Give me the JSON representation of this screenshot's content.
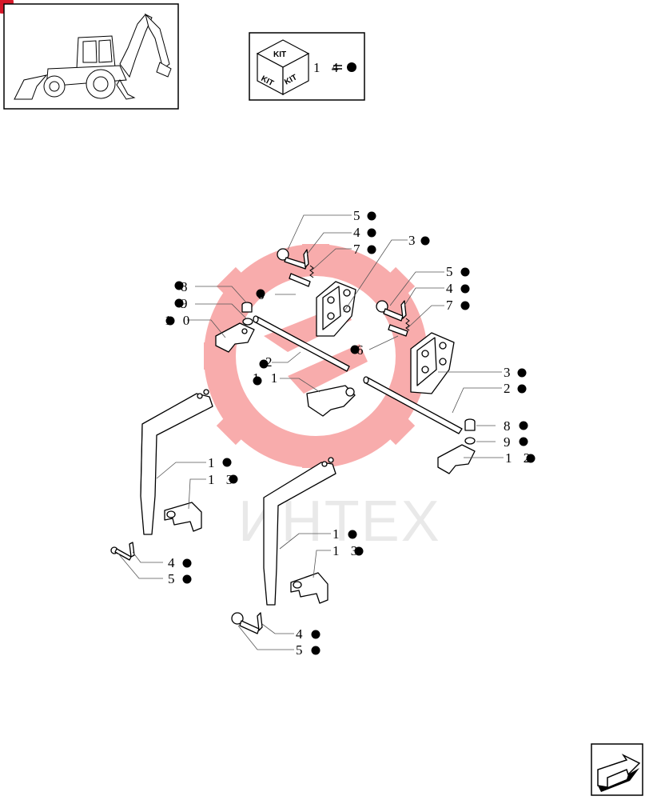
{
  "watermark": {
    "text": "ИНТЕХ",
    "color": "#f2a6a6"
  },
  "kit_box": {
    "top": "KIT",
    "left": "KIT",
    "right": "KIT",
    "ref": "1 4"
  },
  "callouts": [
    {
      "id": "c1",
      "label": "5"
    },
    {
      "id": "c2",
      "label": "4"
    },
    {
      "id": "c3",
      "label": "7"
    },
    {
      "id": "c4",
      "label": "3"
    },
    {
      "id": "c5",
      "label": "5"
    },
    {
      "id": "c6",
      "label": "4"
    },
    {
      "id": "c7",
      "label": "7"
    },
    {
      "id": "c8",
      "label": "8"
    },
    {
      "id": "c9",
      "label": "9"
    },
    {
      "id": "c10",
      "label": "1 0"
    },
    {
      "id": "c11",
      "label": "6"
    },
    {
      "id": "c12",
      "label": "6"
    },
    {
      "id": "c13",
      "label": "2"
    },
    {
      "id": "c14",
      "label": "1 1"
    },
    {
      "id": "c15",
      "label": "3"
    },
    {
      "id": "c16",
      "label": "2"
    },
    {
      "id": "c17",
      "label": "8"
    },
    {
      "id": "c18",
      "label": "9"
    },
    {
      "id": "c19",
      "label": "1 2"
    },
    {
      "id": "c20",
      "label": "1"
    },
    {
      "id": "c21",
      "label": "1 3"
    },
    {
      "id": "c22",
      "label": "1"
    },
    {
      "id": "c23",
      "label": "1 3"
    },
    {
      "id": "c24",
      "label": "4"
    },
    {
      "id": "c25",
      "label": "5"
    },
    {
      "id": "c26",
      "label": "4"
    },
    {
      "id": "c27",
      "label": "5"
    }
  ]
}
